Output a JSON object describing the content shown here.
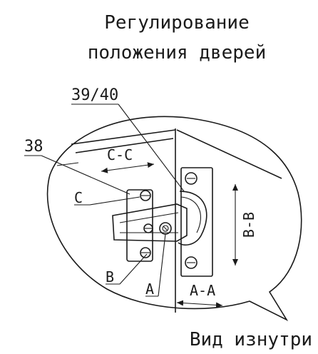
{
  "title": {
    "line1": "Регулирование",
    "line2": "положения дверей"
  },
  "callouts": {
    "part_39_40": "39/40",
    "part_38": "38",
    "cc_label": "C-C",
    "c_label": "C",
    "b_label": "B",
    "a_label": "A",
    "bb_label": "B-B",
    "aa_label": "A-A"
  },
  "caption": "Вид изнутри",
  "icons": {
    "hinge": "cabinet-hinge-icon",
    "arrow": "double-arrow-icon"
  }
}
